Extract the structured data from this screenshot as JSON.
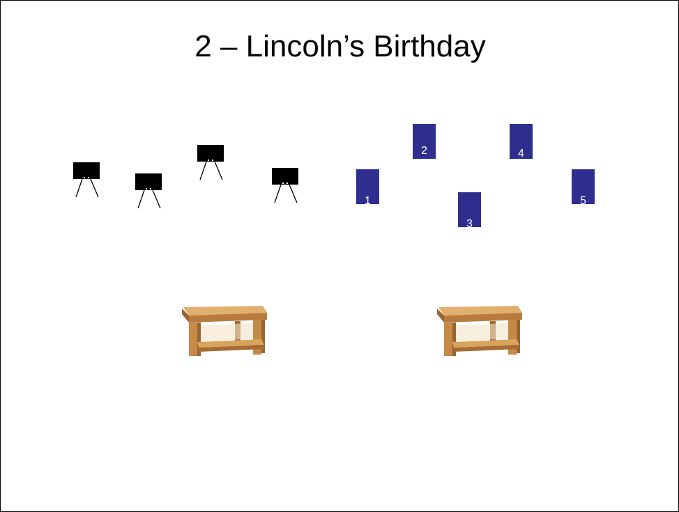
{
  "slide": {
    "title": "2 – Lincoln’s Birthday"
  },
  "colors": {
    "marker_fill": "#2e2e8f",
    "camera_fill": "#000000",
    "wood_top": "#d9a35c",
    "wood_side": "#b5783a",
    "wood_dark": "#8a5526"
  },
  "cameras": [
    {
      "icon": "camera-icon"
    },
    {
      "icon": "camera-icon"
    },
    {
      "icon": "camera-icon"
    },
    {
      "icon": "camera-icon"
    }
  ],
  "markers": [
    {
      "label": "1"
    },
    {
      "label": "2"
    },
    {
      "label": "3"
    },
    {
      "label": "4"
    },
    {
      "label": "5"
    }
  ],
  "tables": [
    {
      "icon": "wooden-table-image"
    },
    {
      "icon": "wooden-table-image"
    }
  ]
}
